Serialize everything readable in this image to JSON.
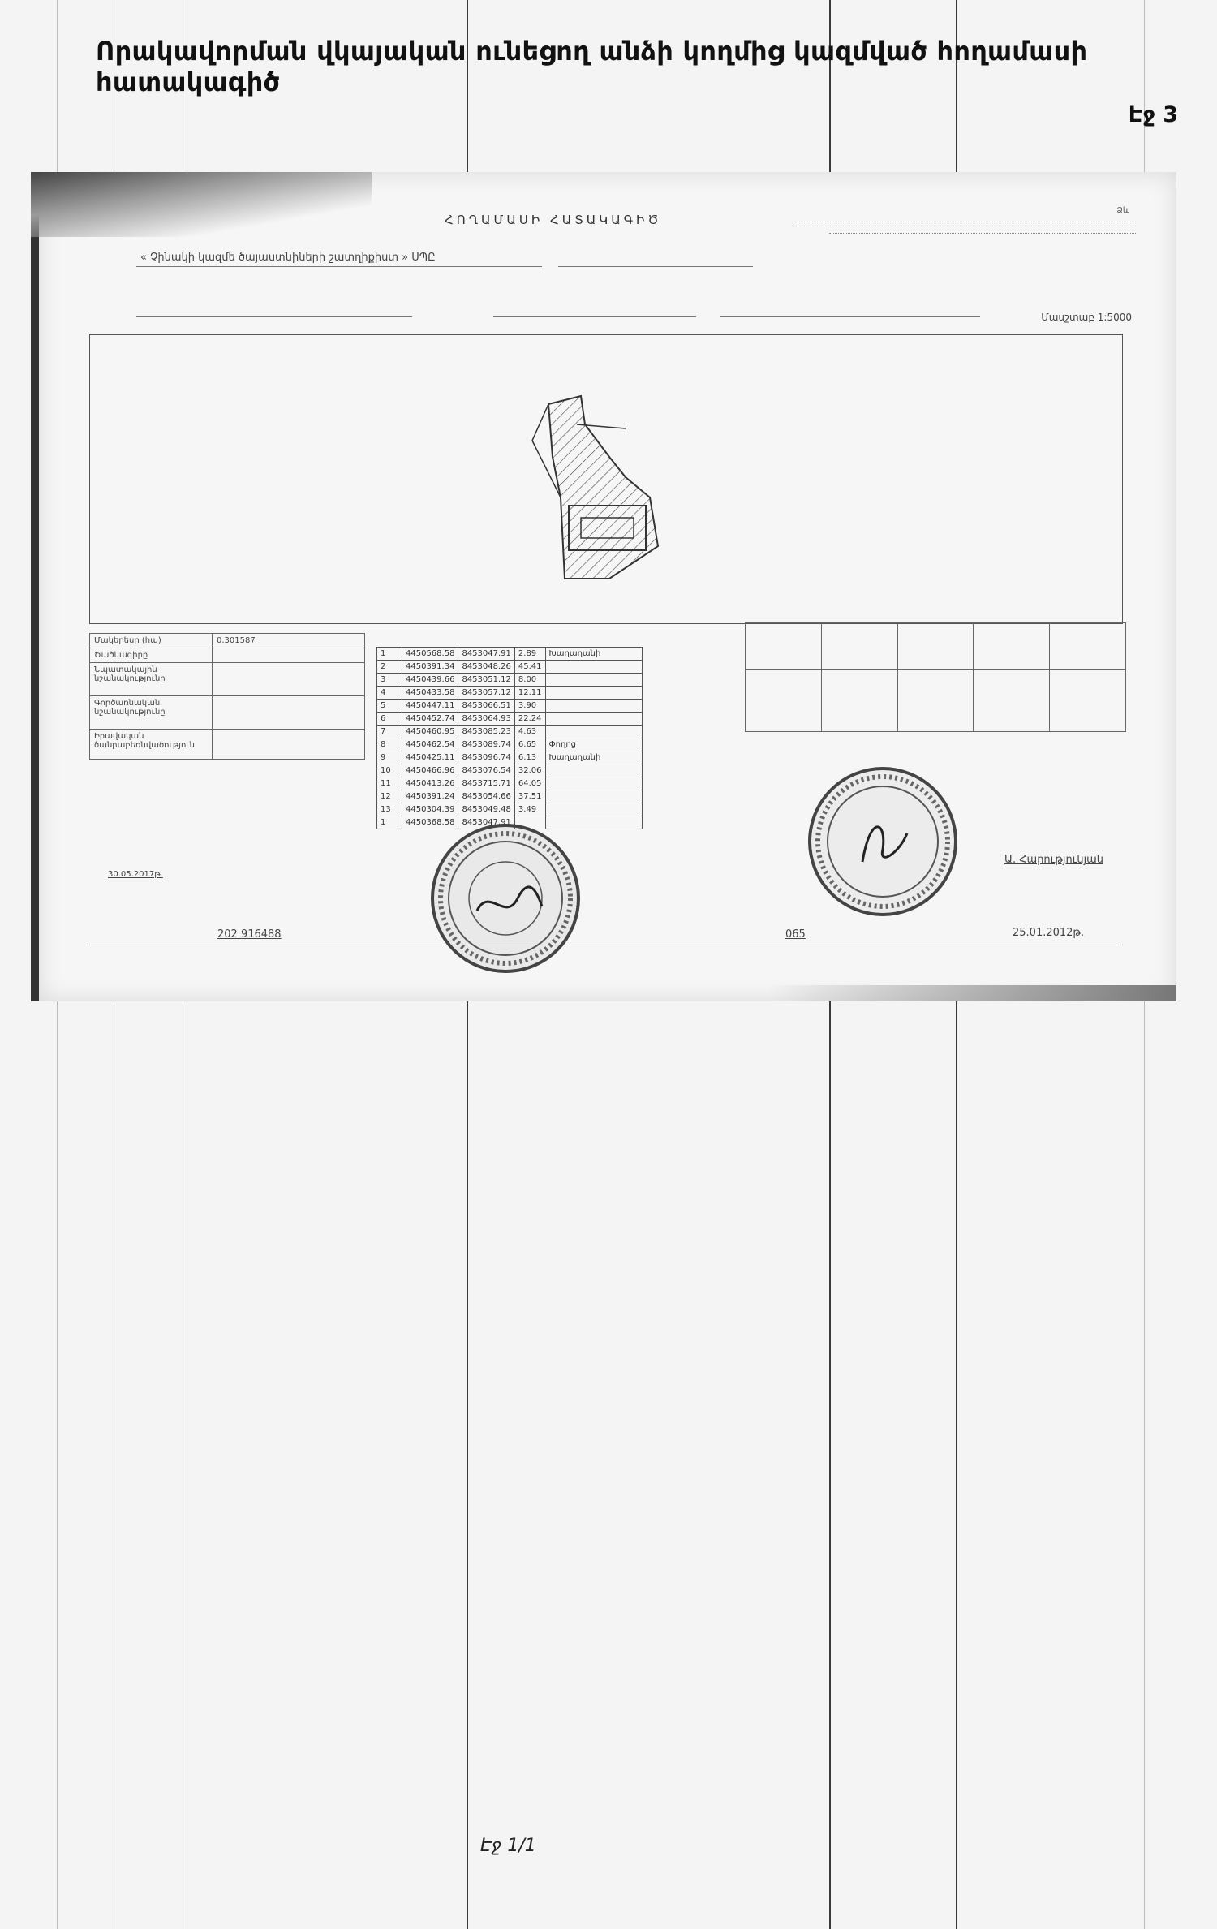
{
  "document": {
    "title": "Որակավորման վկայական ունեցող անձի կողմից կազմված հողամասի հատակագիծ",
    "page_label_top": "Էջ 3",
    "page_label_bottom": "Էջ 1/1"
  },
  "plan": {
    "heading": "ՀՈՂԱՄԱՍԻ ՀԱՏԱԿԱԳԻԾ",
    "organization": "« Չինակի կազմե ծայաստնիների շատղիքիստ » ՍՊԸ",
    "date_printed": "30.05.2017թ.",
    "code_number": "202 916488",
    "sheet_number": "065",
    "issue_date": "25.01.2012թ.",
    "signer_name": "Ա. Հարությունյան"
  },
  "coordinates": {
    "rows": [
      {
        "n": "1",
        "x": "4450568.58",
        "y": "8453047.91",
        "len": "2.89",
        "note": "Խաղաղանի"
      },
      {
        "n": "2",
        "x": "4450391.34",
        "y": "8453048.26",
        "len": "45.41",
        "note": ""
      },
      {
        "n": "3",
        "x": "4450439.66",
        "y": "8453051.12",
        "len": "8.00",
        "note": ""
      },
      {
        "n": "4",
        "x": "4450433.58",
        "y": "8453057.12",
        "len": "12.11",
        "note": ""
      },
      {
        "n": "5",
        "x": "4450447.11",
        "y": "8453066.51",
        "len": "3.90",
        "note": ""
      },
      {
        "n": "6",
        "x": "4450452.74",
        "y": "8453064.93",
        "len": "22.24",
        "note": ""
      },
      {
        "n": "7",
        "x": "4450460.95",
        "y": "8453085.23",
        "len": "4.63",
        "note": ""
      },
      {
        "n": "8",
        "x": "4450462.54",
        "y": "8453089.74",
        "len": "6.65",
        "note": "Փողոց"
      },
      {
        "n": "9",
        "x": "4450425.11",
        "y": "8453096.74",
        "len": "6.13",
        "note": "Խաղաղանի"
      },
      {
        "n": "10",
        "x": "4450466.96",
        "y": "8453076.54",
        "len": "32.06",
        "note": ""
      },
      {
        "n": "11",
        "x": "4450413.26",
        "y": "8453715.71",
        "len": "64.05",
        "note": ""
      },
      {
        "n": "12",
        "x": "4450391.24",
        "y": "8453054.66",
        "len": "37.51",
        "note": ""
      },
      {
        "n": "13",
        "x": "4450304.39",
        "y": "8453049.48",
        "len": "3.49",
        "note": ""
      },
      {
        "n": "1",
        "x": "4450368.58",
        "y": "8453047.91",
        "len": "",
        "note": ""
      }
    ]
  },
  "info": {
    "area_label": "Մակերեսը (հա)",
    "area_value": "0.301587",
    "rows": [
      "Ծածկագիրը",
      "Նպատակային նշանակությունը",
      "Գործառնական նշանակությունը",
      "Իրավական ծանրաբեռնվածություն"
    ]
  },
  "scale": "Մասշտաբ 1:5000",
  "colors": {
    "ink": "#333333",
    "paper": "#f6f6f6",
    "stamp": "#555555"
  }
}
